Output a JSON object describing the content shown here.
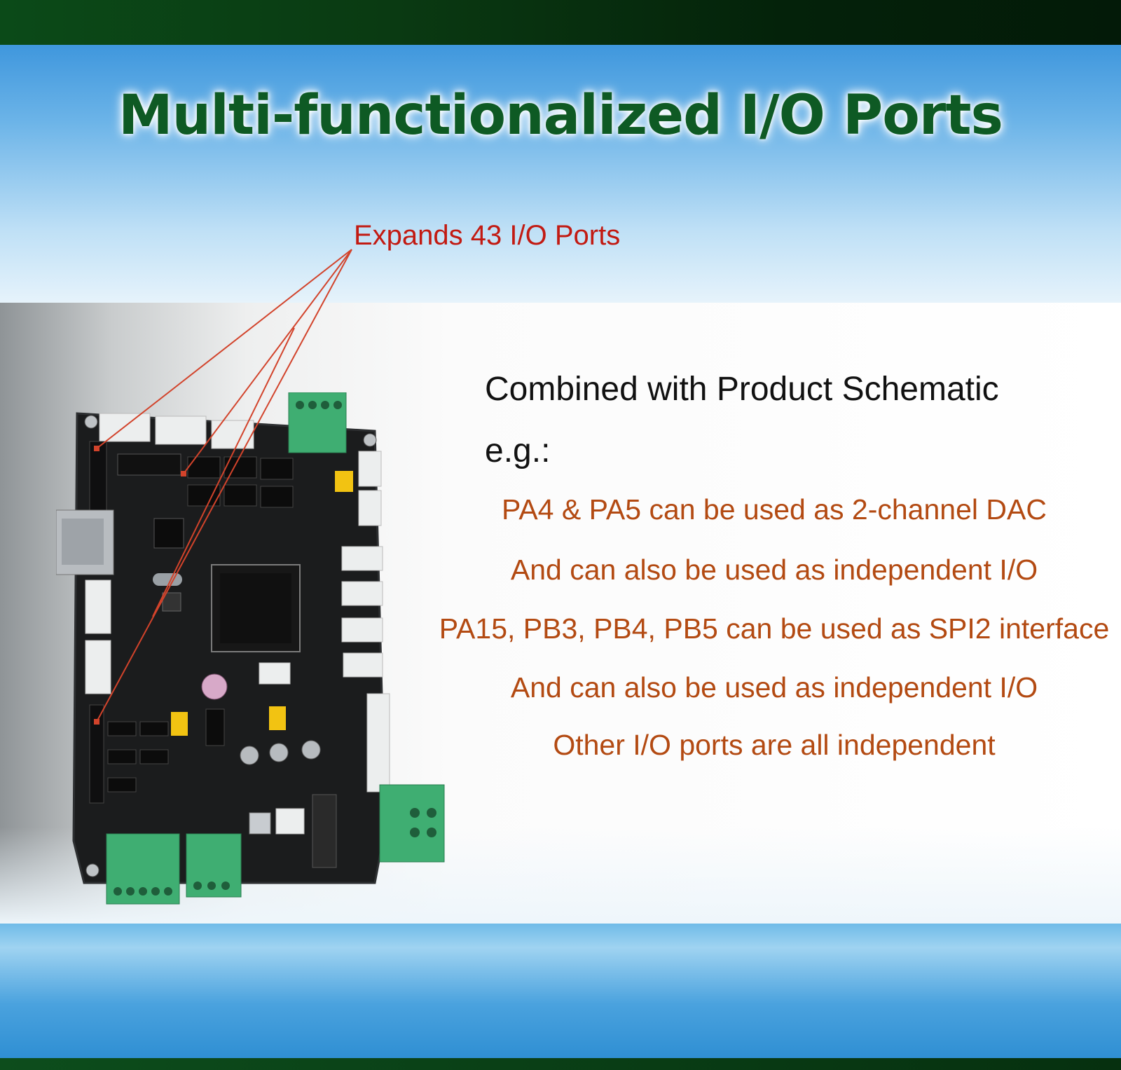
{
  "banner": {
    "title": "Multi-functionalized I/O Ports"
  },
  "callout": {
    "label": "Expands 43 I/O Ports",
    "color": "#c21a12"
  },
  "description": {
    "heading": "Combined with Product Schematic",
    "eg": "e.g.:",
    "lines": [
      "PA4 & PA5 can be used as 2-channel DAC",
      "And can also be used as independent I/O",
      "PA15, PB3, PB4, PB5 can be used as SPI2 interface",
      "And can also be used as independent I/O",
      "Other I/O ports are all independent"
    ],
    "line_color": "#b34a12"
  },
  "colors": {
    "title": "#0e5a24",
    "board": "#1b1c1d",
    "terminal": "#3fae72",
    "header_yellow": "#f2c312"
  }
}
